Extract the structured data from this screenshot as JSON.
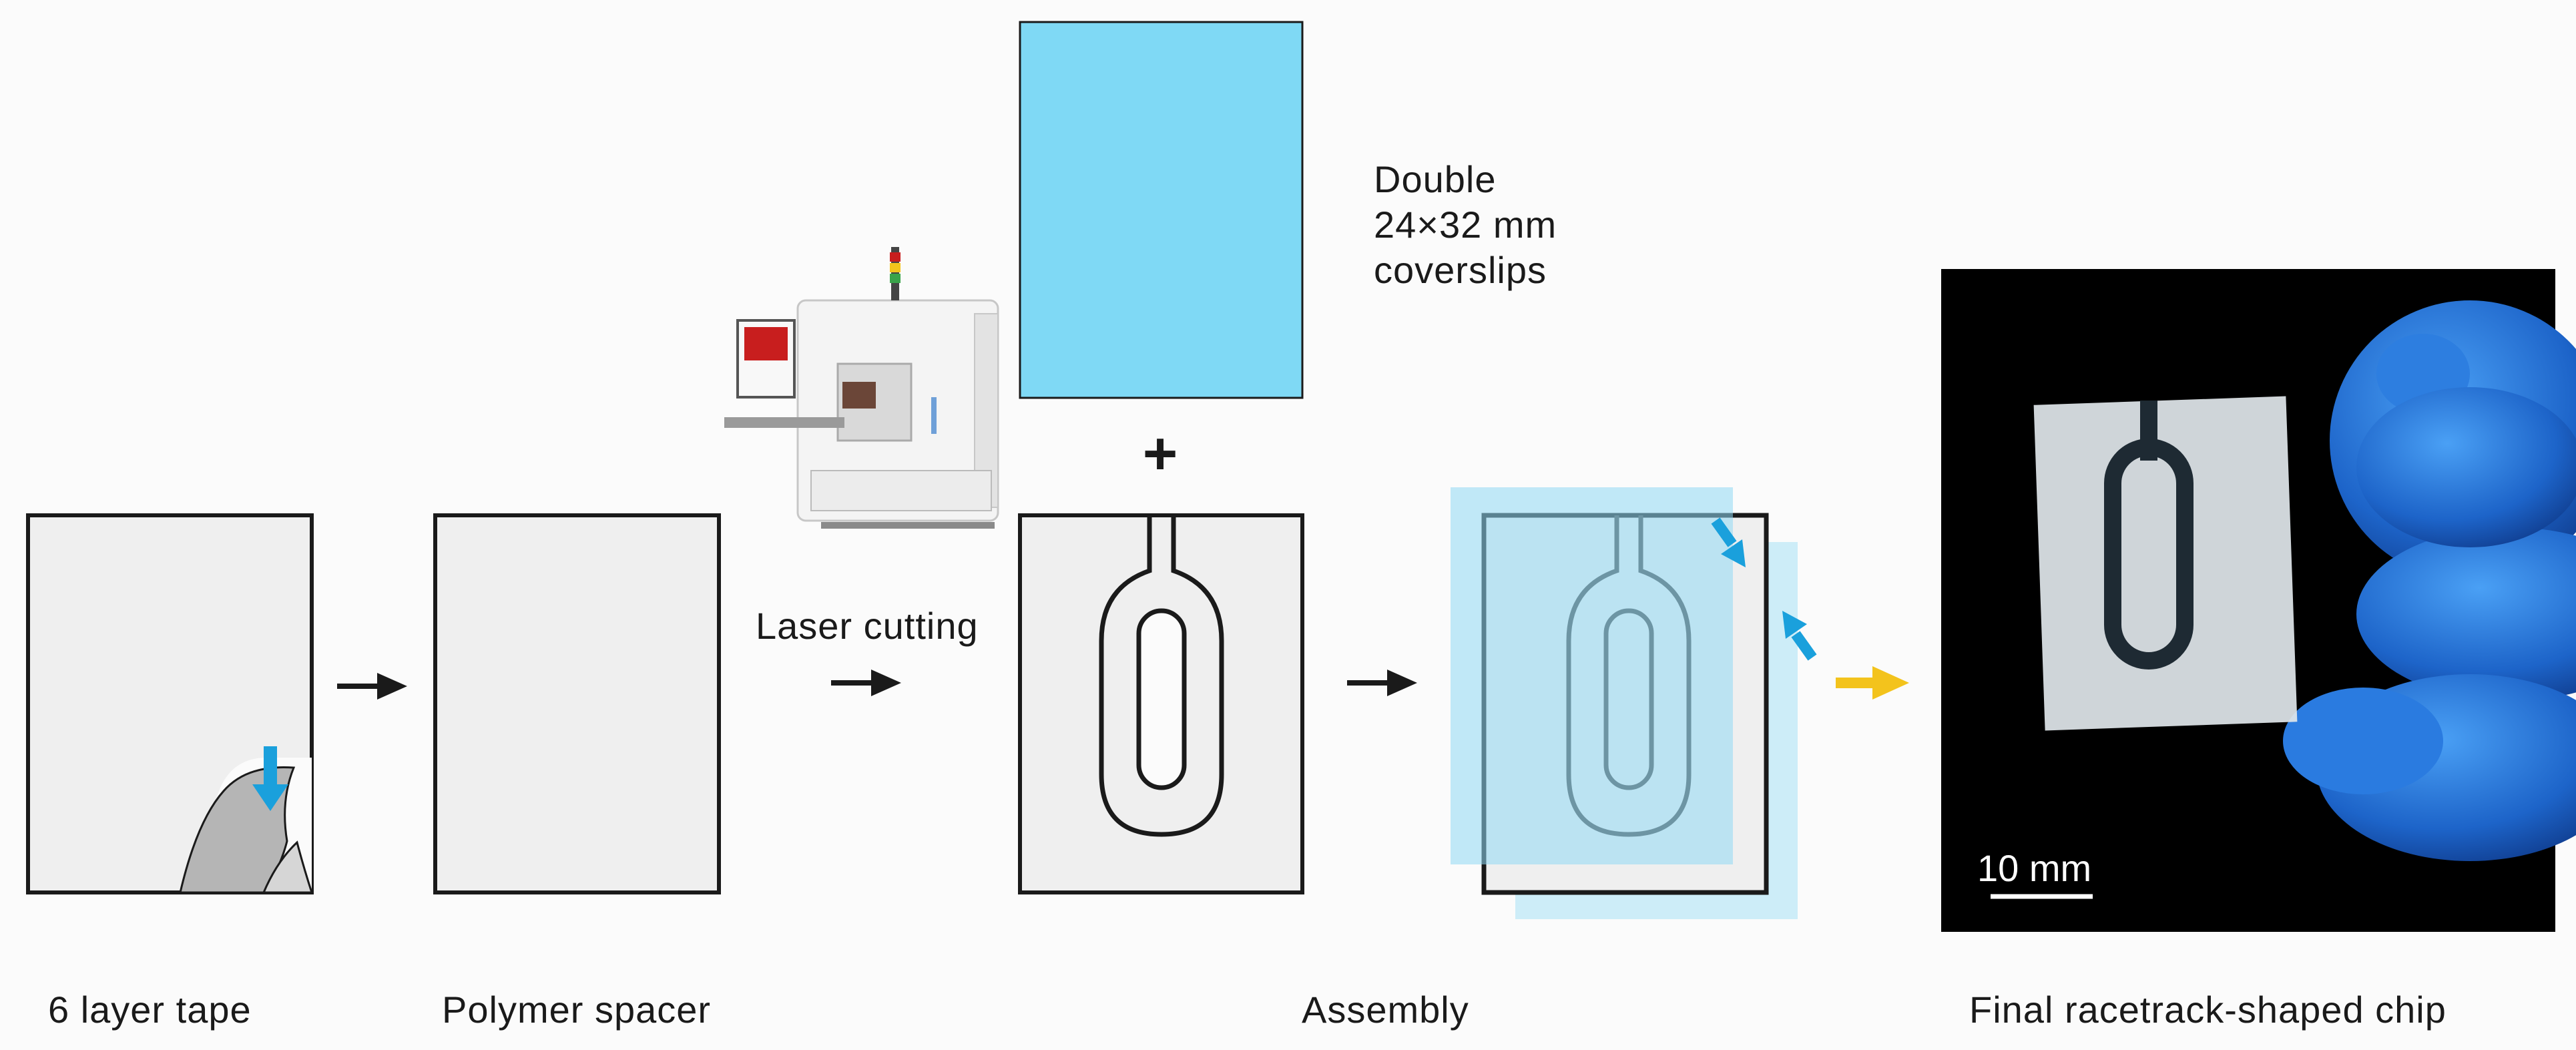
{
  "labels": {
    "six_layer_tape": "6 layer tape",
    "polymer_spacer": "Polymer spacer",
    "laser_cutting": "Laser cutting",
    "assembly": "Assembly",
    "final_chip": "Final racetrack-shaped chip",
    "plus": "+",
    "coverslips": "Double\n24×32 mm\ncoverslips",
    "scale_bar": "10 mm"
  },
  "icons": {
    "peel": "blue-down-arrow-icon",
    "flow": "black-right-arrow-icon",
    "final": "yellow-right-arrow-icon",
    "machine": "laser-cutter-machine-icon"
  },
  "colors": {
    "coverslip_fill": "#7fd9f5",
    "tape_fill": "#efefef",
    "accent_blue": "#1aa0dc",
    "arrow_yellow": "#f3c31c",
    "line_black": "#1a1a1a",
    "glove_blue": "#1d64c9",
    "photo_bg": "#000000"
  }
}
